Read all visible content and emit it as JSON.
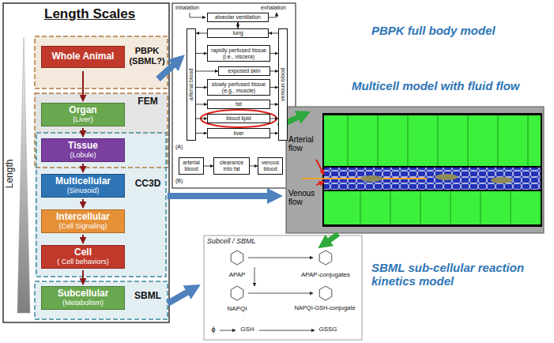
{
  "diagram": {
    "nodes": [
      {
        "text": [
          "Length Scales"
        ]
      },
      {
        "text": [
          "Whole Animal"
        ],
        "in": 0
      },
      {
        "text": [
          "Organ",
          "(Liver)"
        ],
        "in": 0
      },
      {
        "text": [
          "Tissue",
          "(Lobule)"
        ],
        "in": 0
      },
      {
        "text": [
          "Multicellular",
          "(Sinusoid)"
        ],
        "in": 0
      },
      {
        "text": [
          "Intercellular",
          "(Cell Signaling)"
        ],
        "in": 0
      },
      {
        "text": [
          "Cell",
          "( Cell behaviors)"
        ],
        "in": 0
      },
      {
        "text": [
          "Subcellular",
          "(Metabolism)"
        ],
        "in": 0
      },
      {
        "text": [
          "alveolar ventilation"
        ]
      },
      {
        "text": [
          "lung"
        ]
      },
      {
        "text": [
          "rapidly perfused tissue (i.e., viscera)"
        ]
      },
      {
        "text": [
          "exposed skin"
        ]
      },
      {
        "text": [
          "slowly perfused tissue (e.g., muscle)"
        ]
      },
      {
        "text": [
          "fat"
        ]
      },
      {
        "text": [
          "blood lipid"
        ]
      },
      {
        "text": [
          "liver"
        ]
      },
      {
        "text": [
          "arterial blood"
        ]
      },
      {
        "text": [
          "venous blood"
        ]
      },
      {
        "text": [
          "arterial blood"
        ]
      },
      {
        "text": [
          "clearance into fat"
        ]
      },
      {
        "text": [
          "venous blood"
        ]
      },
      {
        "text": [
          "Arterial flow",
          "Venous flow"
        ]
      },
      {
        "text": [
          "Subcell / SBML"
        ]
      }
    ],
    "edges": [
      {
        "from": 8,
        "to": 9,
        "arrow": "both"
      },
      {
        "from": 17,
        "to": 9,
        "arrow": "to"
      },
      {
        "from": 9,
        "to": 16,
        "arrow": "to"
      },
      {
        "from": 16,
        "to": 10,
        "arrow": "to"
      },
      {
        "from": 10,
        "to": 17,
        "arrow": "to"
      },
      {
        "from": 16,
        "to": 11,
        "arrow": "to"
      },
      {
        "from": 11,
        "to": 17,
        "arrow": "to"
      },
      {
        "from": 16,
        "to": 12,
        "arrow": "to"
      },
      {
        "from": 12,
        "to": 17,
        "arrow": "to"
      },
      {
        "from": 16,
        "to": 13,
        "arrow": "to"
      },
      {
        "from": 13,
        "to": 17,
        "arrow": "to"
      },
      {
        "from": 16,
        "to": 14,
        "arrow": "to"
      },
      {
        "from": 14,
        "to": 17,
        "arrow": "to"
      },
      {
        "from": 16,
        "to": 15,
        "arrow": "to"
      },
      {
        "from": 15,
        "to": 17,
        "arrow": "to"
      },
      {
        "from": 18,
        "to": 19,
        "arrow": "to"
      },
      {
        "from": 19,
        "to": 20,
        "arrow": "to"
      }
    ],
    "labels": [
      "inhalation",
      "exhalation",
      "(A)",
      "(B)",
      "PBPK (SBML?)",
      "FEM",
      "CC3D",
      "SBML",
      "Length",
      "PBPK full body model",
      "Multicell model with fluid flow",
      "SBML sub-cellular reaction kinetics model",
      "APAP",
      "APAP-conjugates",
      "NAPQI",
      "NAPQI-GSH-conjugate",
      "ϕ",
      "GSH",
      "GSSG"
    ]
  }
}
